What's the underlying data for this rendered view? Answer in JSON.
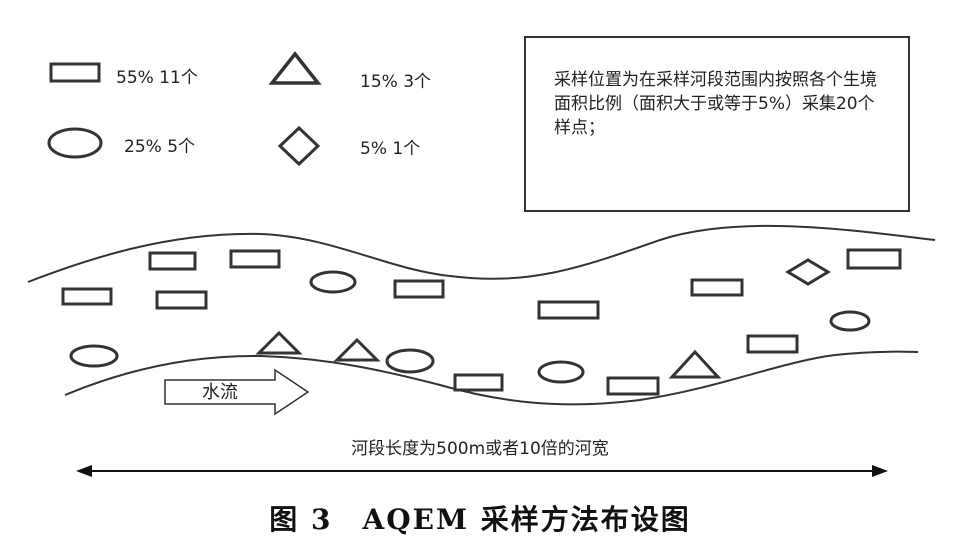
{
  "legend": {
    "rect": {
      "percent_count": "55% 11个"
    },
    "triangle": {
      "percent_count": "15% 3个"
    },
    "ellipse": {
      "percent_count": "25% 5个"
    },
    "diamond": {
      "percent_count": "5% 1个"
    }
  },
  "note": {
    "text": "采样位置为在采样河段范围内按照各个生境面积比例（面积大于或等于5%）采集20个样点；"
  },
  "flow": {
    "label": "水流"
  },
  "length": {
    "label": "河段长度为500m或者10倍的河宽"
  },
  "caption": {
    "title": "图 3　AQEM 采样方法布设图"
  },
  "colors": {
    "ink": "#333333",
    "background": "#ffffff"
  },
  "icons": [
    "rect-marker-icon",
    "triangle-marker-icon",
    "ellipse-marker-icon",
    "diamond-marker-icon",
    "arrow-icon"
  ]
}
